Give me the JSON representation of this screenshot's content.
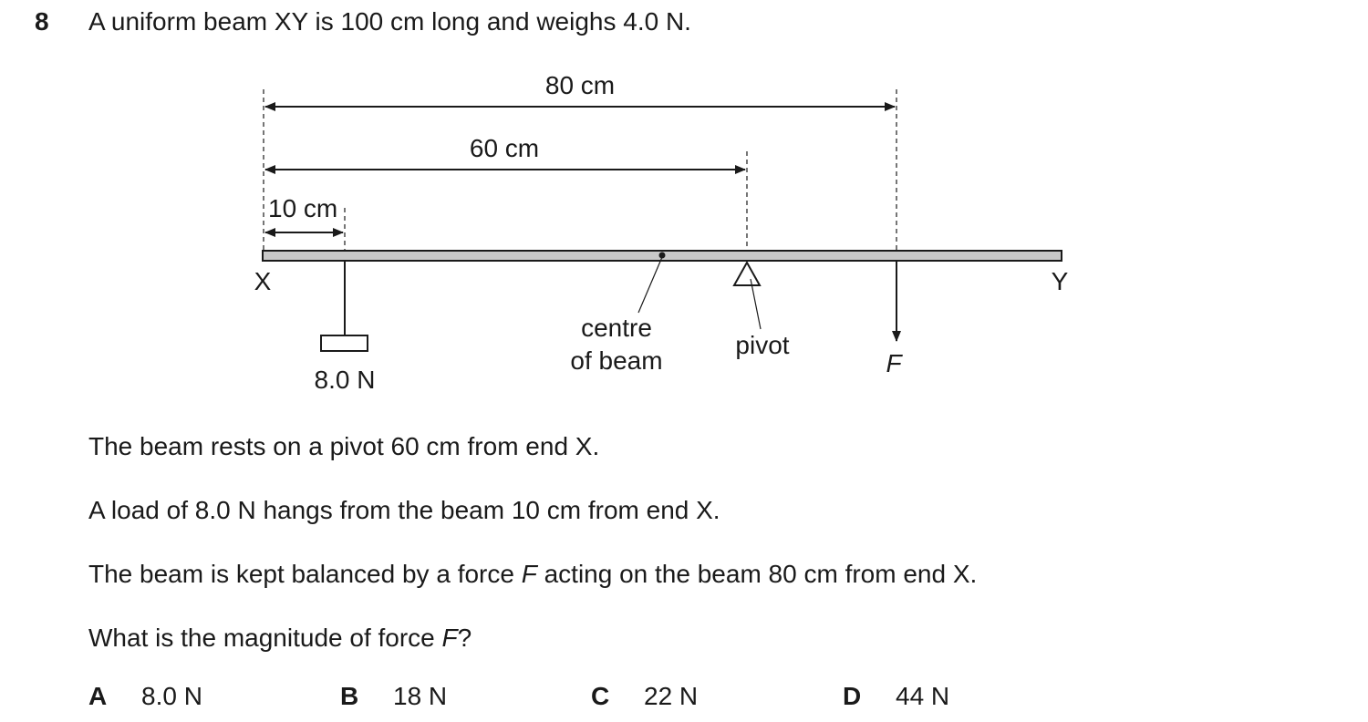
{
  "question": {
    "number": "8",
    "stem": "A uniform beam XY is 100 cm long and weighs 4.0 N."
  },
  "diagram": {
    "dim_80": "80 cm",
    "dim_60": "60 cm",
    "dim_10": "10 cm",
    "end_x": "X",
    "end_y": "Y",
    "load": "8.0 N",
    "centre_line1": "centre",
    "centre_line2": "of beam",
    "pivot": "pivot",
    "force": "F"
  },
  "text": {
    "p1": "The beam rests on a pivot 60 cm from end X.",
    "p2": "A load of 8.0 N hangs from the beam 10 cm from end X.",
    "p3_a": "The beam is kept balanced by a force ",
    "p3_f": "F",
    "p3_b": " acting on the beam 80 cm from end X.",
    "p4_a": "What is the magnitude of force ",
    "p4_f": "F",
    "p4_b": "?"
  },
  "options": [
    {
      "letter": "A",
      "value": "8.0 N"
    },
    {
      "letter": "B",
      "value": "18 N"
    },
    {
      "letter": "C",
      "value": "22 N"
    },
    {
      "letter": "D",
      "value": "44 N"
    }
  ]
}
